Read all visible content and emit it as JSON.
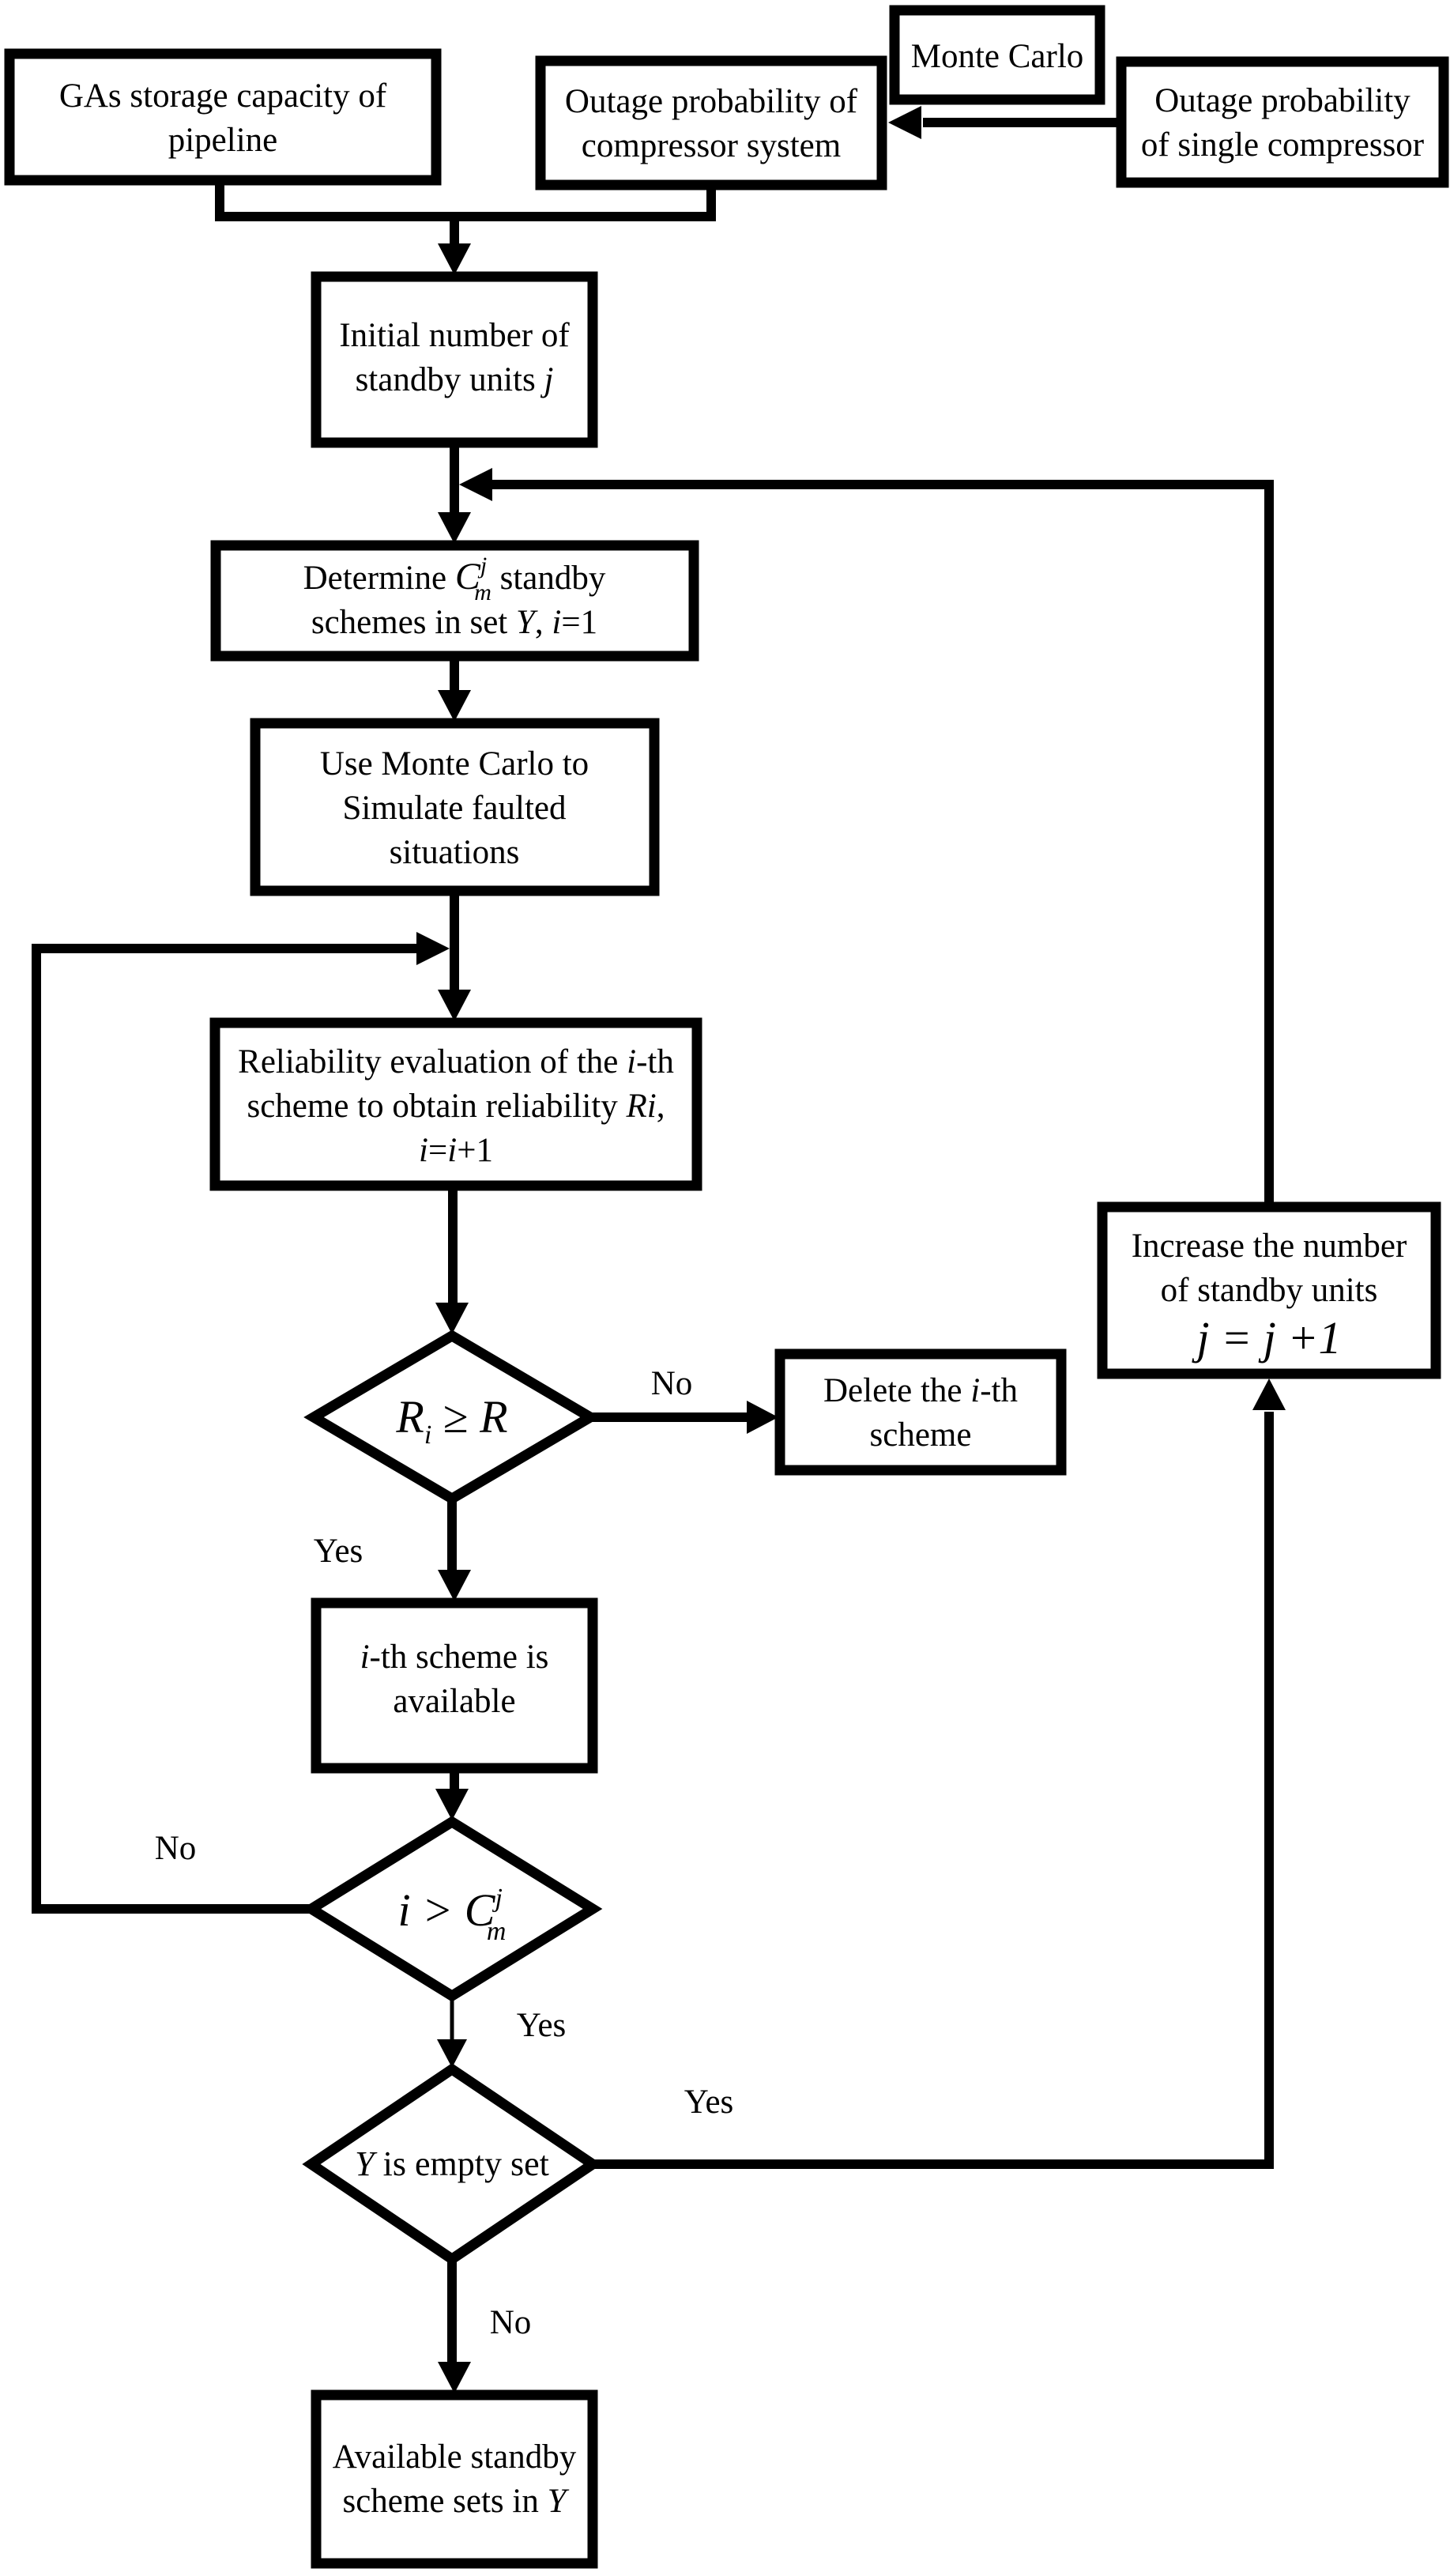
{
  "canvas": {
    "background": "#ffffff",
    "line_color": "#000000",
    "text_color": "#000000"
  },
  "nodes": {
    "gas": {
      "l1": "GAs storage capacity of",
      "l2": "pipeline"
    },
    "sys": {
      "l1": "Outage probability of",
      "l2": "compressor system"
    },
    "monte": {
      "l1": "Monte Carlo"
    },
    "single": {
      "l1": "Outage probability",
      "l2": "of single compressor"
    },
    "initial": {
      "l1": "Initial number of",
      "l2a": "standby units ",
      "l2b": "j"
    },
    "determine": {
      "l1a": "Determine ",
      "l1b": "C",
      "l1sup": "j",
      "l1sub": "m",
      "l1c": " standby",
      "l2a": "schemes in set ",
      "l2b": "Y",
      "l2c": ", ",
      "l2d": "i",
      "l2e": "=1"
    },
    "usemc": {
      "l1": "Use Monte Carlo to",
      "l2": "Simulate faulted",
      "l3": "situations"
    },
    "reliability": {
      "l1a": "Reliability evaluation of the ",
      "l1b": "i",
      "l1c": "-th",
      "l2a": "scheme to obtain reliability ",
      "l2b": "Ri",
      "l2c": ",",
      "l3a": "i",
      "l3b": "=",
      "l3c": "i",
      "l3d": "+1"
    },
    "delete": {
      "l1a": "Delete the ",
      "l1b": "i",
      "l1c": "-th",
      "l2": "scheme"
    },
    "increase": {
      "l1": "Increase the number",
      "l2": "of standby units",
      "l3": "j = j +1"
    },
    "ith": {
      "l1a": "i",
      "l1b": "-th scheme is",
      "l2": "available"
    },
    "available": {
      "l1": "Available standby",
      "l2a": "scheme sets in ",
      "l2b": "Y"
    },
    "d_r": {
      "a": "R",
      "sub": "i",
      "op": " ≥ ",
      "b": "R"
    },
    "d_c": {
      "a": "i > ",
      "b": "C",
      "sup": "j",
      "sub": "m"
    },
    "d_y": {
      "a": "Y",
      "b": " is empty set"
    }
  },
  "edge_labels": {
    "no_delete": "No",
    "yes_r": "Yes",
    "no_loop": "No",
    "yes_c": "Yes",
    "yes_y": "Yes",
    "no_y": "No"
  }
}
